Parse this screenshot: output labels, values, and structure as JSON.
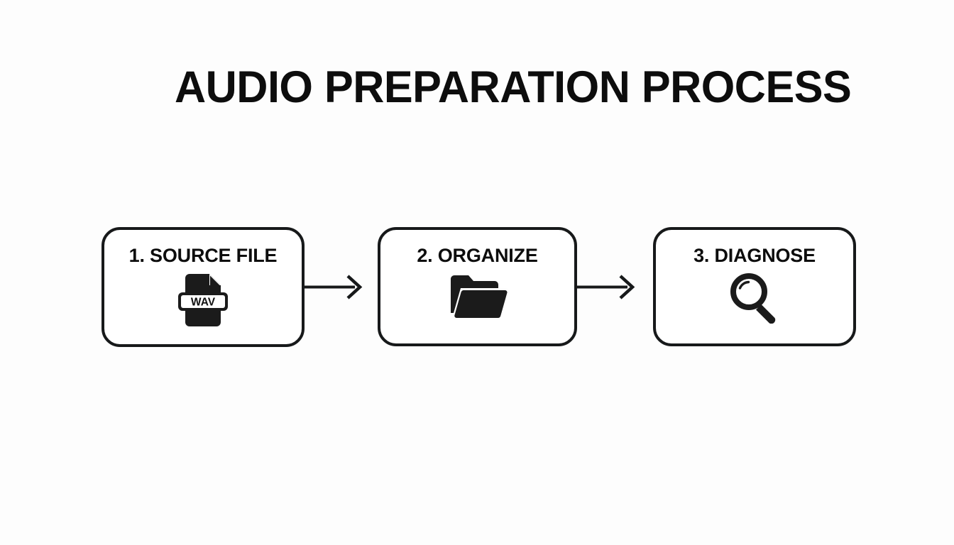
{
  "page": {
    "title": "AUDIO PREPARATION PROCESS",
    "background_color": "#fdfdfd",
    "ink_color": "#17191a"
  },
  "flow": {
    "orientation": "horizontal",
    "connector_label": "arrow-right",
    "steps": [
      {
        "label": "1. SOURCE FILE",
        "icon": "wav-file-icon",
        "icon_text": "WAV"
      },
      {
        "label": "2. ORGANIZE",
        "icon": "folder-open-icon",
        "icon_text": ""
      },
      {
        "label": "3. DIAGNOSE",
        "icon": "magnifier-icon",
        "icon_text": ""
      }
    ],
    "connectors": [
      {
        "name": "arrow-step1-to-step2"
      },
      {
        "name": "arrow-step2-to-step3"
      }
    ]
  }
}
